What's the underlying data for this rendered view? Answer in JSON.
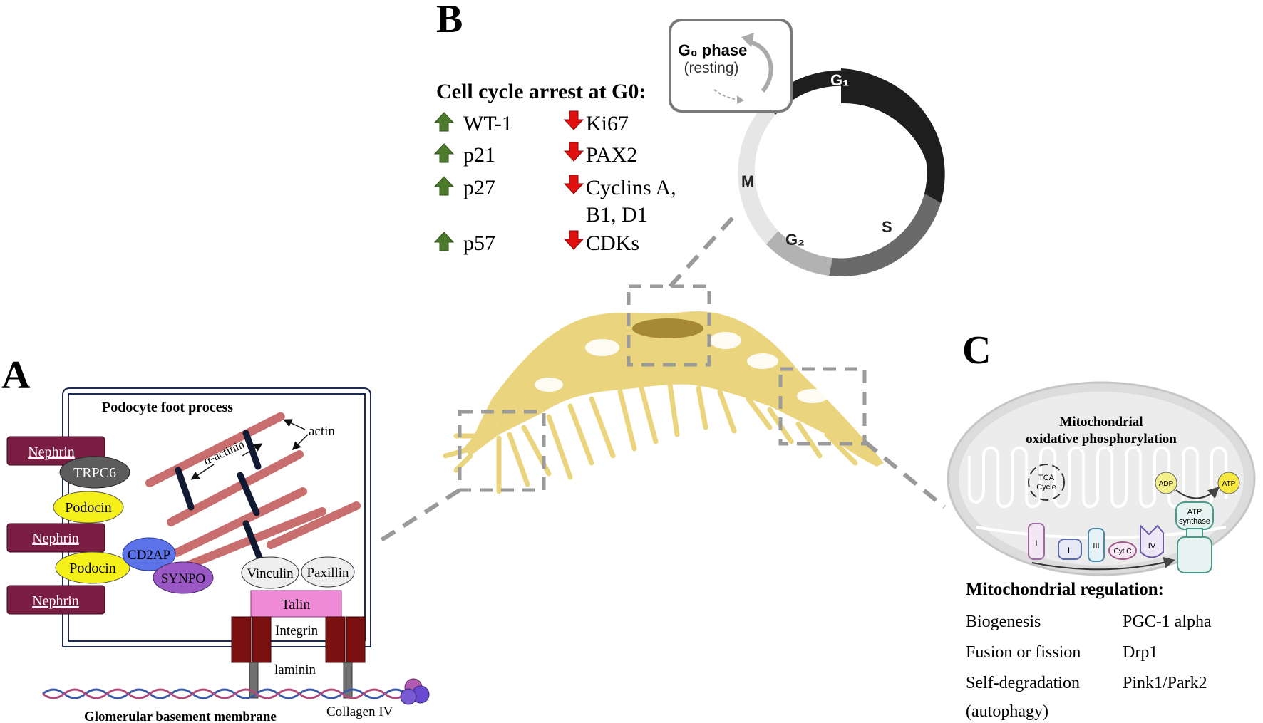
{
  "panel_labels": {
    "a": "A",
    "b": "B",
    "c": "C"
  },
  "panel_a": {
    "title": "Podocyte foot process",
    "nephrin": "Nephrin",
    "trpc6": "TRPC6",
    "podocin": "Podocin",
    "cd2ap": "CD2AP",
    "synpo": "SYNPO",
    "actin": "actin",
    "alpha_actinin": "α-actinin",
    "vinculin": "Vinculin",
    "paxillin": "Paxillin",
    "talin": "Talin",
    "integrin": "Integrin",
    "laminin": "laminin",
    "collagen": "Collagen IV",
    "gbm": "Glomerular basement membrane"
  },
  "panel_b": {
    "heading": "Cell cycle arrest at G0:",
    "up": [
      "WT-1",
      "p21",
      "p27",
      "p57"
    ],
    "down": [
      "Ki67",
      "PAX2",
      "Cyclins A,",
      "B1, D1",
      "CDKs"
    ],
    "g0_title": "G₀ phase",
    "g0_sub": "(resting)",
    "phases": {
      "g1": "G₁",
      "s": "S",
      "g2": "G₂",
      "m": "M"
    },
    "colors": {
      "up_arrow": "#4a7a2a",
      "down_arrow": "#e01010",
      "g1": "#1e1e1e",
      "s": "#6a6a6a",
      "g2": "#b2b2b2",
      "m": "#e6e6e6"
    }
  },
  "panel_c": {
    "title_line1": "Mitochondrial",
    "title_line2": "oxidative phosphorylation",
    "tca": [
      "TCA",
      "Cycle"
    ],
    "adp": "ADP",
    "atp": "ATP",
    "atp_synthase": [
      "ATP",
      "synthase"
    ],
    "complexes": [
      "I",
      "II",
      "III",
      "Cyt C",
      "IV"
    ],
    "regulation_heading": "Mitochondrial regulation:",
    "regulation": [
      {
        "process": "Biogenesis",
        "regulator": "PGC-1 alpha"
      },
      {
        "process": "Fusion or fission",
        "regulator": "Drp1"
      },
      {
        "process": "Self-degradation",
        "regulator": "Pink1/Park2"
      }
    ],
    "regulation_extra": "(autophagy)"
  }
}
